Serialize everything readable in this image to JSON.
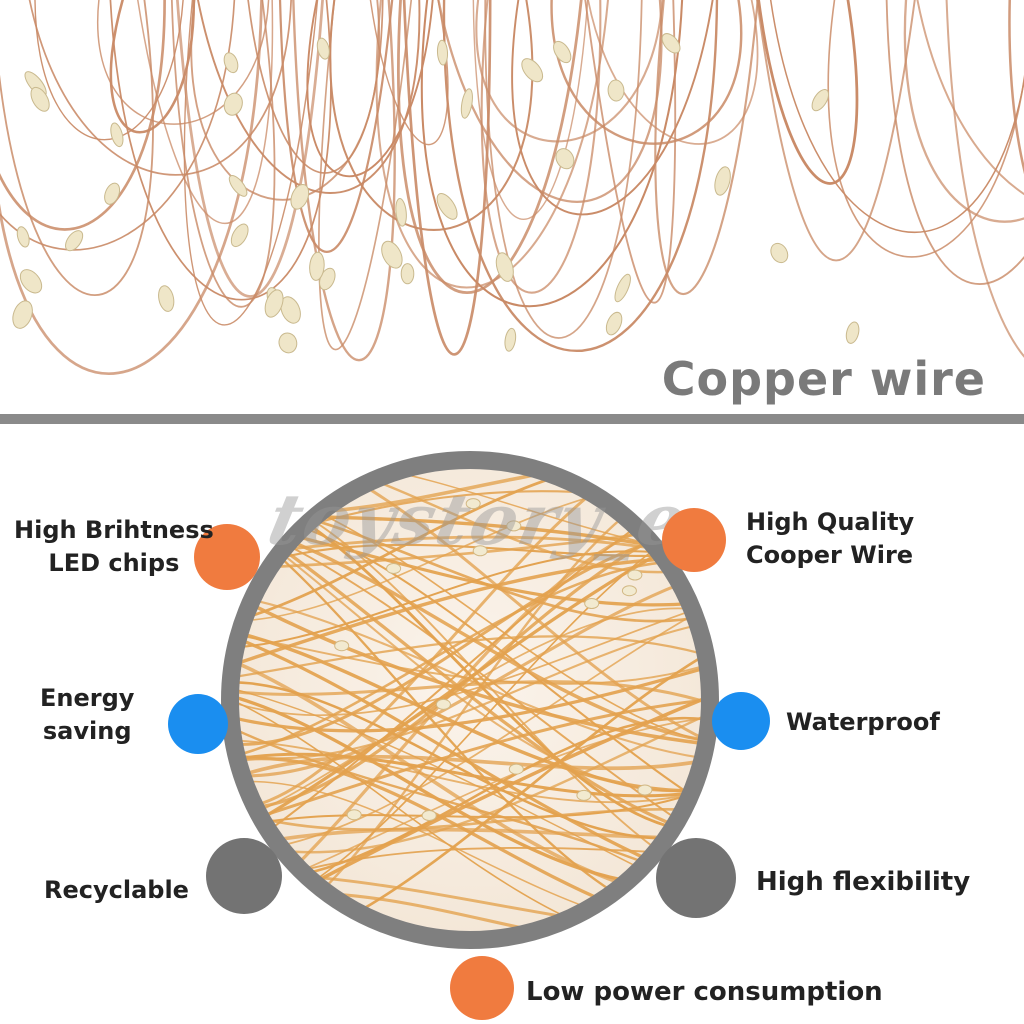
{
  "top": {
    "caption": "Copper wire"
  },
  "watermark": "toystory_e",
  "features": {
    "high_brightness": {
      "line1": "High Brihtness",
      "line2": "LED chips",
      "color": "#f07b3f"
    },
    "high_quality": {
      "line1": "High Quality",
      "line2": "Cooper Wire",
      "color": "#f07b3f"
    },
    "energy_saving": {
      "line1": "Energy",
      "line2": "saving",
      "color": "#1a8ef0"
    },
    "waterproof": {
      "line1": "Waterproof",
      "color": "#1a8ef0"
    },
    "recyclable": {
      "line1": "Recyclable",
      "color": "#737373"
    },
    "high_flexibility": {
      "line1": "High flexibility",
      "color": "#737373"
    },
    "low_power": {
      "line1": "Low power consumption",
      "color": "#f07b3f"
    }
  },
  "colors": {
    "copper": "#c98a66",
    "gold_copper": "#e3a24f",
    "ring": "#7f7f7f",
    "divider": "#8a8a8a"
  }
}
